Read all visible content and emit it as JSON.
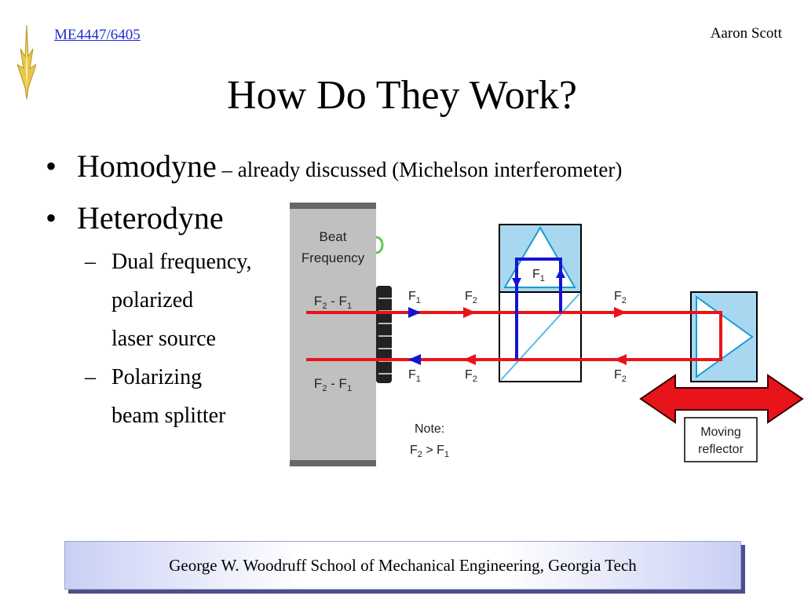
{
  "header": {
    "course": "ME4447/6405",
    "author": "Aaron Scott"
  },
  "title": "How Do They Work?",
  "bullets": {
    "homodyne": "Homodyne",
    "homodyne_note": " – already discussed (Michelson interferometer)",
    "heterodyne": "Heterodyne",
    "sub1_line1": "Dual frequency,",
    "sub1_line2": "polarized",
    "sub1_line3": "laser source",
    "sub2_line1": "Polarizing",
    "sub2_line2": "beam splitter",
    "bullet_glyph": "•",
    "dash_glyph": "–"
  },
  "diagram": {
    "beat_label_1": "Beat",
    "beat_label_2": "Frequency",
    "f2": "F",
    "f2_sub": "2",
    "f1": "F",
    "f1_sub": "1",
    "diff_sep": " - ",
    "note_label": "Note:",
    "note_sep": " > ",
    "moving_label_1": "Moving",
    "moving_label_2": "reflector",
    "beam_color": "#e8141a",
    "inner_beam_color": "#1414d2",
    "prism_color": "#a8d8f0"
  },
  "footer": {
    "text": "George W. Woodruff School of Mechanical Engineering, Georgia Tech"
  }
}
